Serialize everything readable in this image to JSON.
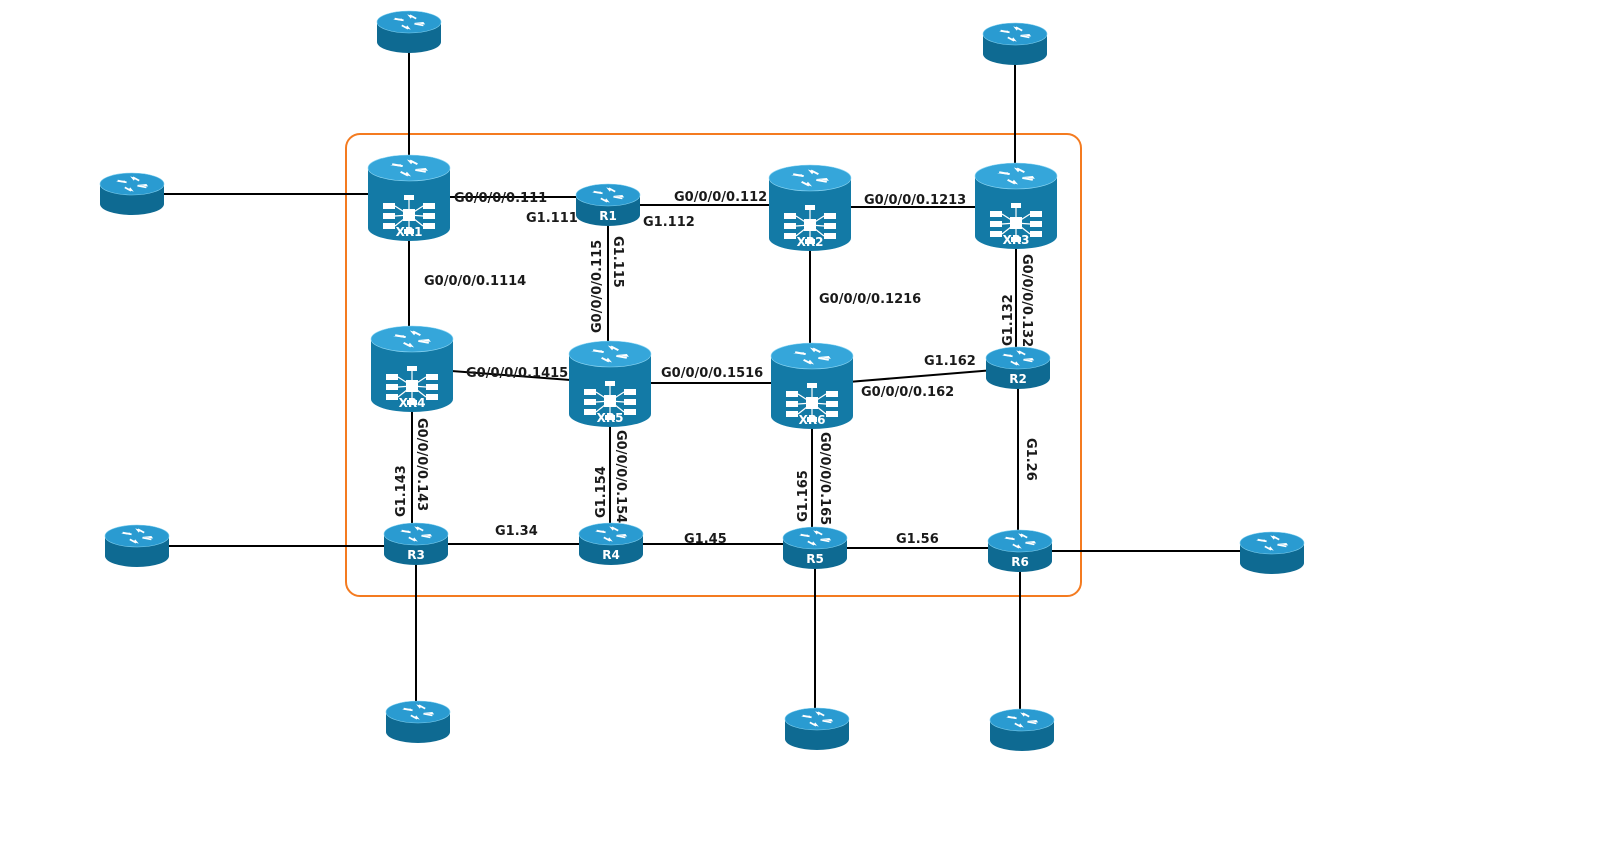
{
  "colors": {
    "router_top": "#2a9bd1",
    "router_body": "#0e6a92",
    "xr_top": "#35a6da",
    "xr_body": "#137aa6",
    "boundary": "#f47b20",
    "link": "#000000"
  },
  "devices": [
    {
      "id": "XR1",
      "label": "XR1",
      "type": "xr"
    },
    {
      "id": "XR2",
      "label": "XR2",
      "type": "xr"
    },
    {
      "id": "XR3",
      "label": "XR3",
      "type": "xr"
    },
    {
      "id": "XR4",
      "label": "XR4",
      "type": "xr"
    },
    {
      "id": "XR5",
      "label": "XR5",
      "type": "xr"
    },
    {
      "id": "XR6",
      "label": "XR6",
      "type": "xr"
    },
    {
      "id": "R1",
      "label": "R1",
      "type": "router"
    },
    {
      "id": "R2",
      "label": "R2",
      "type": "router"
    },
    {
      "id": "R3",
      "label": "R3",
      "type": "router"
    },
    {
      "id": "R4",
      "label": "R4",
      "type": "router"
    },
    {
      "id": "R5",
      "label": "R5",
      "type": "router"
    },
    {
      "id": "R6",
      "label": "R6",
      "type": "router"
    },
    {
      "id": "EXT_XR1_TOP",
      "label": "",
      "type": "router"
    },
    {
      "id": "EXT_XR1_LEFT",
      "label": "",
      "type": "router"
    },
    {
      "id": "EXT_XR3_TOP",
      "label": "",
      "type": "router"
    },
    {
      "id": "EXT_R3_LEFT",
      "label": "",
      "type": "router"
    },
    {
      "id": "EXT_R3_BOTTOM",
      "label": "",
      "type": "router"
    },
    {
      "id": "EXT_R5_BOTTOM",
      "label": "",
      "type": "router"
    },
    {
      "id": "EXT_R6_BOTTOM",
      "label": "",
      "type": "router"
    },
    {
      "id": "EXT_R6_RIGHT",
      "label": "",
      "type": "router"
    }
  ],
  "links": [
    {
      "from": "XR1",
      "to": "R1",
      "labels": [
        "G0/0/0/0.111",
        "G1.111"
      ]
    },
    {
      "from": "R1",
      "to": "XR2",
      "labels": [
        "G1.112",
        "G0/0/0/0.112"
      ]
    },
    {
      "from": "XR2",
      "to": "XR3",
      "labels": [
        "G0/0/0/0.1213"
      ]
    },
    {
      "from": "XR1",
      "to": "XR4",
      "labels": [
        "G0/0/0/0.1114"
      ]
    },
    {
      "from": "R1",
      "to": "XR5",
      "labels": [
        "G1.115",
        "G0/0/0/0.115"
      ]
    },
    {
      "from": "XR2",
      "to": "XR6",
      "labels": [
        "G0/0/0/0.1216"
      ]
    },
    {
      "from": "XR3",
      "to": "R2",
      "labels": [
        "G0/0/0/0.132",
        "G1.132"
      ]
    },
    {
      "from": "XR4",
      "to": "XR5",
      "labels": [
        "G0/0/0/0.1415"
      ]
    },
    {
      "from": "XR5",
      "to": "XR6",
      "labels": [
        "G0/0/0/0.1516"
      ]
    },
    {
      "from": "XR6",
      "to": "R2",
      "labels": [
        "G1.162",
        "G0/0/0/0.162"
      ]
    },
    {
      "from": "XR4",
      "to": "R3",
      "labels": [
        "G0/0/0/0.143",
        "G1.143"
      ]
    },
    {
      "from": "XR5",
      "to": "R4",
      "labels": [
        "G0/0/0/0.154",
        "G1.154"
      ]
    },
    {
      "from": "XR6",
      "to": "R5",
      "labels": [
        "G0/0/0/0.165",
        "G1.165"
      ]
    },
    {
      "from": "R2",
      "to": "R6",
      "labels": [
        "G1.26"
      ]
    },
    {
      "from": "R3",
      "to": "R4",
      "labels": [
        "G1.34"
      ]
    },
    {
      "from": "R4",
      "to": "R5",
      "labels": [
        "G1.45"
      ]
    },
    {
      "from": "R5",
      "to": "R6",
      "labels": [
        "G1.56"
      ]
    },
    {
      "from": "EXT_XR1_TOP",
      "to": "XR1",
      "labels": []
    },
    {
      "from": "EXT_XR1_LEFT",
      "to": "XR1",
      "labels": []
    },
    {
      "from": "EXT_XR3_TOP",
      "to": "XR3",
      "labels": []
    },
    {
      "from": "EXT_R3_LEFT",
      "to": "R3",
      "labels": []
    },
    {
      "from": "R3",
      "to": "EXT_R3_BOTTOM",
      "labels": []
    },
    {
      "from": "R5",
      "to": "EXT_R5_BOTTOM",
      "labels": []
    },
    {
      "from": "R6",
      "to": "EXT_R6_BOTTOM",
      "labels": []
    },
    {
      "from": "R6",
      "to": "EXT_R6_RIGHT",
      "labels": []
    }
  ]
}
